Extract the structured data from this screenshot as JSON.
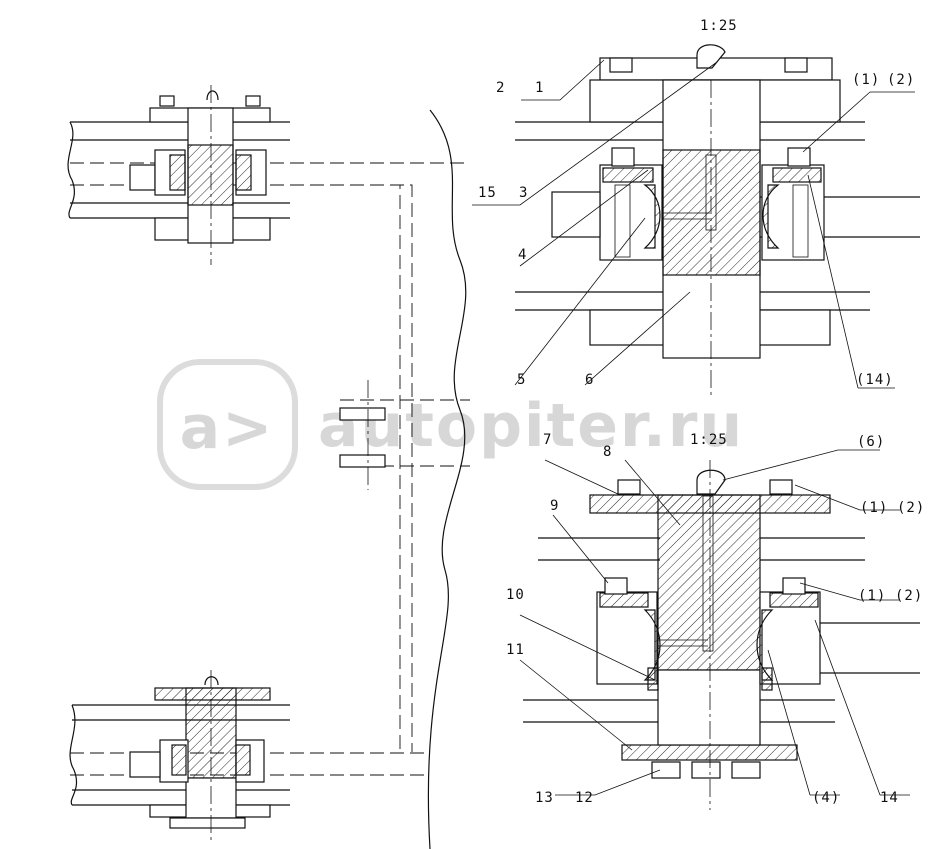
{
  "labels": {
    "scale_top": "1:25",
    "scale_bottom": "1:25",
    "l1": "1",
    "l2": "2",
    "l3": "3",
    "l4": "4",
    "l5": "5",
    "l6": "6",
    "l7": "7",
    "l8": "8",
    "l9": "9",
    "l10": "10",
    "l11": "11",
    "l12": "12",
    "l13": "13",
    "l14": "14",
    "l15": "15",
    "p1_top": "(1)",
    "p2_top": "(2)",
    "p14": "(14)",
    "p6": "(6)",
    "p1_b1": "(1)",
    "p2_b1": "(2)",
    "p1_b2": "(1)",
    "p2_b2": "(2)",
    "p4": "(4)"
  },
  "watermark": {
    "text": "autopiter.ru",
    "logo": "a>",
    "color": "#d7d7d7"
  }
}
